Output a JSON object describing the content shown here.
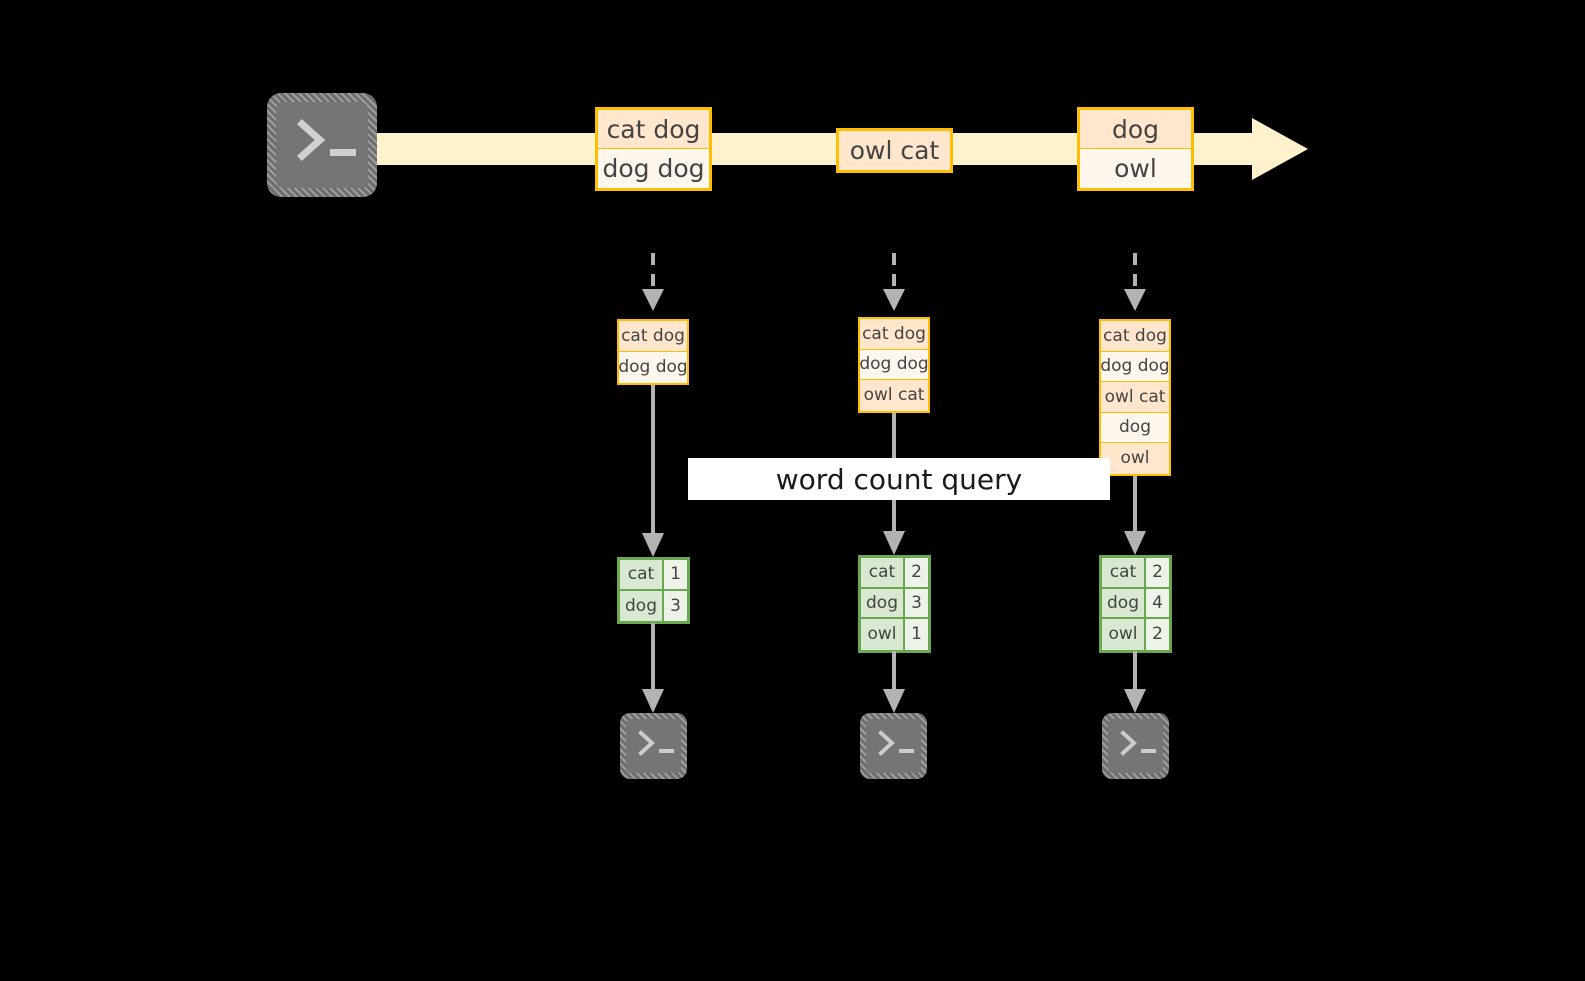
{
  "diagram": {
    "title": "word count query",
    "colors": {
      "background": "#000000",
      "stream_fill": "#FFF2CC",
      "record_border": "#FFBF00",
      "record_fill_dark": "#FFE6CC",
      "record_fill_light": "#FFF6EE",
      "result_border": "#6AA84F",
      "result_fill_key": "#D9E8D0",
      "result_fill_value": "#EDF3E9",
      "connector": "#B3B3B3",
      "terminal_fill": "#757575",
      "label_band": "#FFFFFF",
      "text": "#444444"
    }
  },
  "source": {
    "icon": "terminal-icon",
    "prompt": ">_"
  },
  "stream": {
    "arrow_icon": "right-arrow",
    "records": [
      {
        "id": "stream-record-1",
        "lines": [
          "cat dog",
          "dog dog"
        ]
      },
      {
        "id": "stream-record-2",
        "lines": [
          "owl cat"
        ]
      },
      {
        "id": "stream-record-3",
        "lines": [
          "dog",
          "owl"
        ]
      }
    ]
  },
  "columns": [
    {
      "id": "column-1",
      "inbound_arrow": "dashed-down-arrow",
      "accumulated": [
        "cat dog",
        "dog dog"
      ],
      "query_label": "word count query",
      "result": {
        "rows": [
          {
            "word": "cat",
            "count": "1"
          },
          {
            "word": "dog",
            "count": "3"
          }
        ]
      },
      "sink": {
        "icon": "terminal-icon",
        "prompt": ">_"
      }
    },
    {
      "id": "column-2",
      "inbound_arrow": "dashed-down-arrow",
      "accumulated": [
        "cat dog",
        "dog dog",
        "owl cat"
      ],
      "query_label": "word count query",
      "result": {
        "rows": [
          {
            "word": "cat",
            "count": "2"
          },
          {
            "word": "dog",
            "count": "3"
          },
          {
            "word": "owl",
            "count": "1"
          }
        ]
      },
      "sink": {
        "icon": "terminal-icon",
        "prompt": ">_"
      }
    },
    {
      "id": "column-3",
      "inbound_arrow": "dashed-down-arrow",
      "accumulated": [
        "cat dog",
        "dog dog",
        "owl cat",
        "dog",
        "owl"
      ],
      "query_label": "word count query",
      "result": {
        "rows": [
          {
            "word": "cat",
            "count": "2"
          },
          {
            "word": "dog",
            "count": "4"
          },
          {
            "word": "owl",
            "count": "2"
          }
        ]
      },
      "sink": {
        "icon": "terminal-icon",
        "prompt": ">_"
      }
    }
  ]
}
